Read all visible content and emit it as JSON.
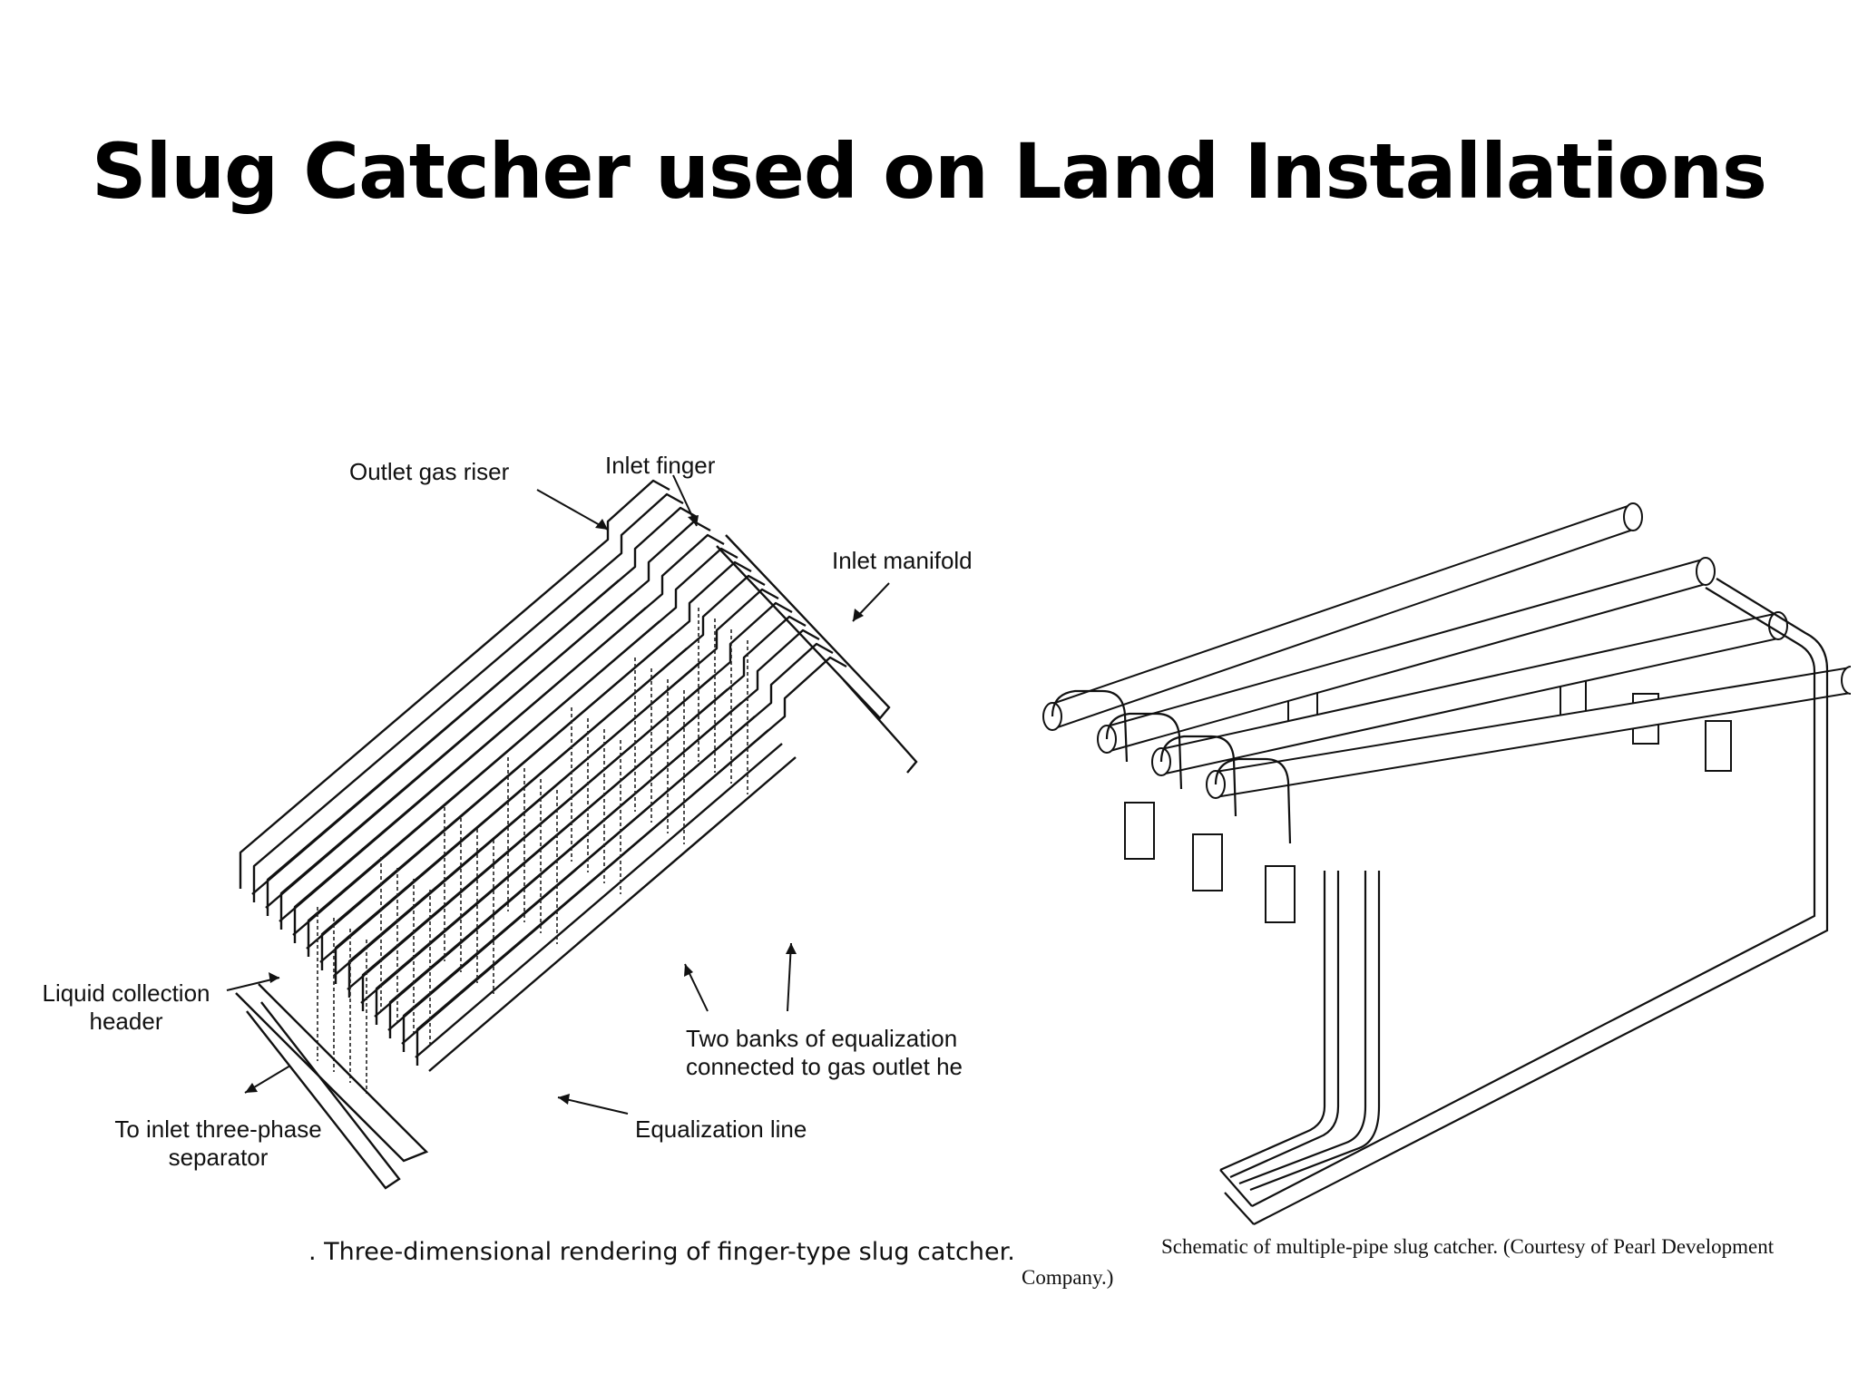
{
  "slide": {
    "title": "Slug Catcher used on Land Installations"
  },
  "finger_diagram": {
    "labels": {
      "outlet_gas_riser": "Outlet gas riser",
      "inlet_finger": "Inlet finger",
      "inlet_manifold": "Inlet manifold",
      "liquid_collection_header_line1": "Liquid collection",
      "liquid_collection_header_line2": "header",
      "to_inlet_separator_line1": "To inlet three-phase",
      "to_inlet_separator_line2": "separator",
      "two_banks_line1": "Two banks of equalization",
      "two_banks_line2": "connected to gas outlet he",
      "equalization_line": "Equalization line"
    },
    "caption": ". Three-dimensional rendering of finger-type slug catcher."
  },
  "pipe_diagram": {
    "caption_line1": "Schematic of multiple-pipe slug catcher. (Courtesy of Pearl Development",
    "caption_line2": "Company.)"
  }
}
